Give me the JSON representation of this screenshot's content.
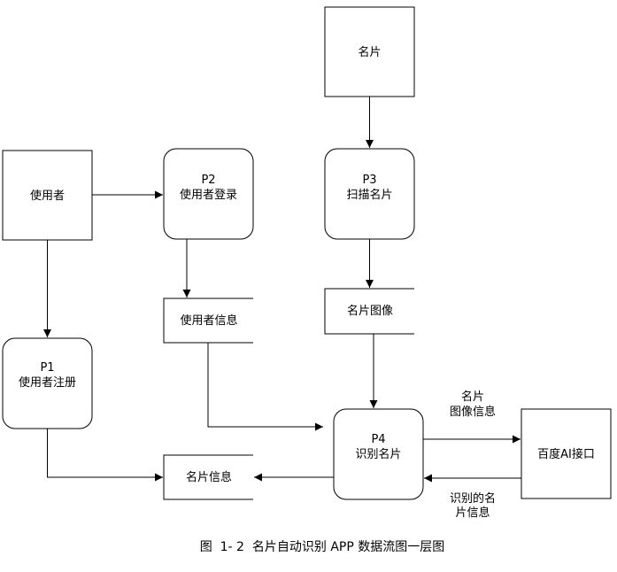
{
  "diagram": {
    "entities": {
      "card": "名片",
      "user": "使用者",
      "baidu": "百度AI接口"
    },
    "processes": {
      "p1": {
        "id": "P1",
        "name": "使用者注册"
      },
      "p2": {
        "id": "P2",
        "name": "使用者登录"
      },
      "p3": {
        "id": "P3",
        "name": "扫描名片"
      },
      "p4": {
        "id": "P4",
        "name": "识别名片"
      }
    },
    "stores": {
      "user_info": "使用者信息",
      "card_image": "名片图像",
      "card_info": "名片信息"
    },
    "flows": {
      "to_baidu_line1": "名片",
      "to_baidu_line2": "图像信息",
      "from_baidu_line1": "识别的名",
      "from_baidu_line2": "片信息"
    }
  },
  "caption": "图  1- 2  名片自动识别 APP 数据流图一层图"
}
